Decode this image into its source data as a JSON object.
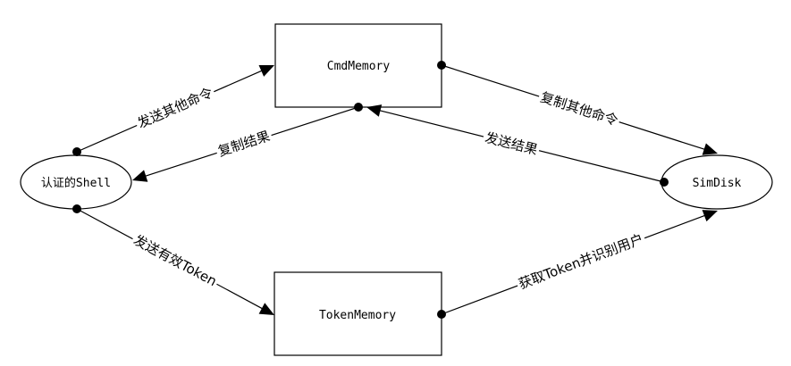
{
  "diagram": {
    "colors": {
      "stroke": "#000000",
      "fill": "#ffffff",
      "text": "#000000"
    },
    "nodes": [
      {
        "id": "shell",
        "label": "认证的Shell",
        "shape": "ellipse"
      },
      {
        "id": "cmd",
        "label": "CmdMemory",
        "shape": "rectangle"
      },
      {
        "id": "token",
        "label": "TokenMemory",
        "shape": "rectangle"
      },
      {
        "id": "disk",
        "label": "SimDisk",
        "shape": "ellipse"
      }
    ],
    "edges": [
      {
        "from": "shell",
        "to": "cmd",
        "label": "发送其他命令",
        "tail": "dot",
        "head": "arrow"
      },
      {
        "from": "cmd",
        "to": "shell",
        "label": "复制结果",
        "tail": "dot",
        "head": "arrow"
      },
      {
        "from": "cmd",
        "to": "disk",
        "label": "复制其他命令",
        "tail": "dot",
        "head": "arrow"
      },
      {
        "from": "disk",
        "to": "cmd",
        "label": "发送结果",
        "tail": "dot",
        "head": "arrow"
      },
      {
        "from": "shell",
        "to": "token",
        "label": "发送有效Token",
        "tail": "dot",
        "head": "arrow"
      },
      {
        "from": "token",
        "to": "disk",
        "label": "获取Token并识别用户",
        "tail": "dot",
        "head": "arrow"
      }
    ]
  }
}
